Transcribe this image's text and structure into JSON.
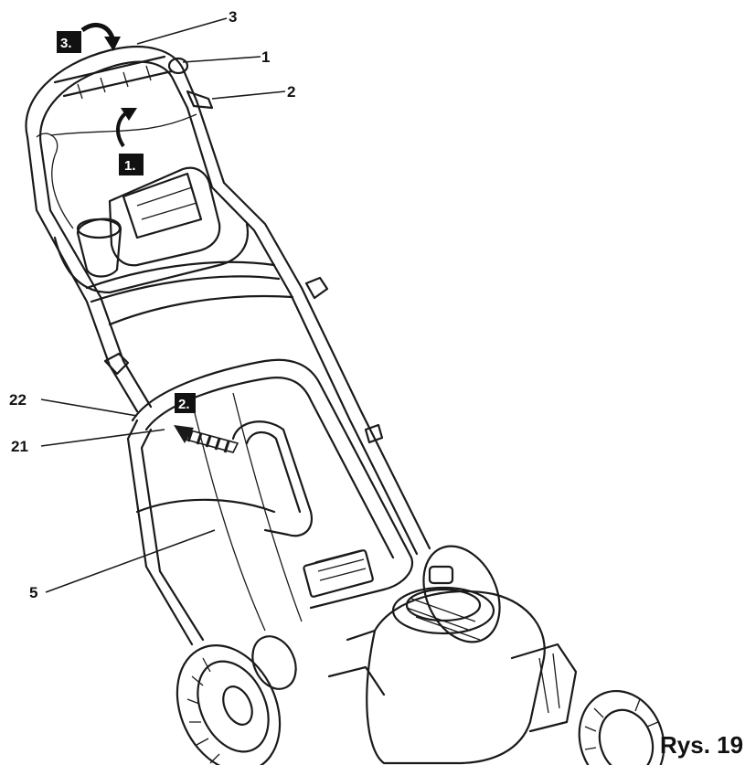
{
  "callouts": [
    {
      "id": "c1",
      "label": "1"
    },
    {
      "id": "c2",
      "label": "2"
    },
    {
      "id": "c3",
      "label": "3"
    },
    {
      "id": "c5",
      "label": "5"
    },
    {
      "id": "c21",
      "label": "21"
    },
    {
      "id": "c22",
      "label": "22"
    }
  ],
  "steps": [
    {
      "id": "s1",
      "label": "1."
    },
    {
      "id": "s2",
      "label": "2."
    },
    {
      "id": "s3",
      "label": "3."
    }
  ],
  "caption": "Rys. 19"
}
